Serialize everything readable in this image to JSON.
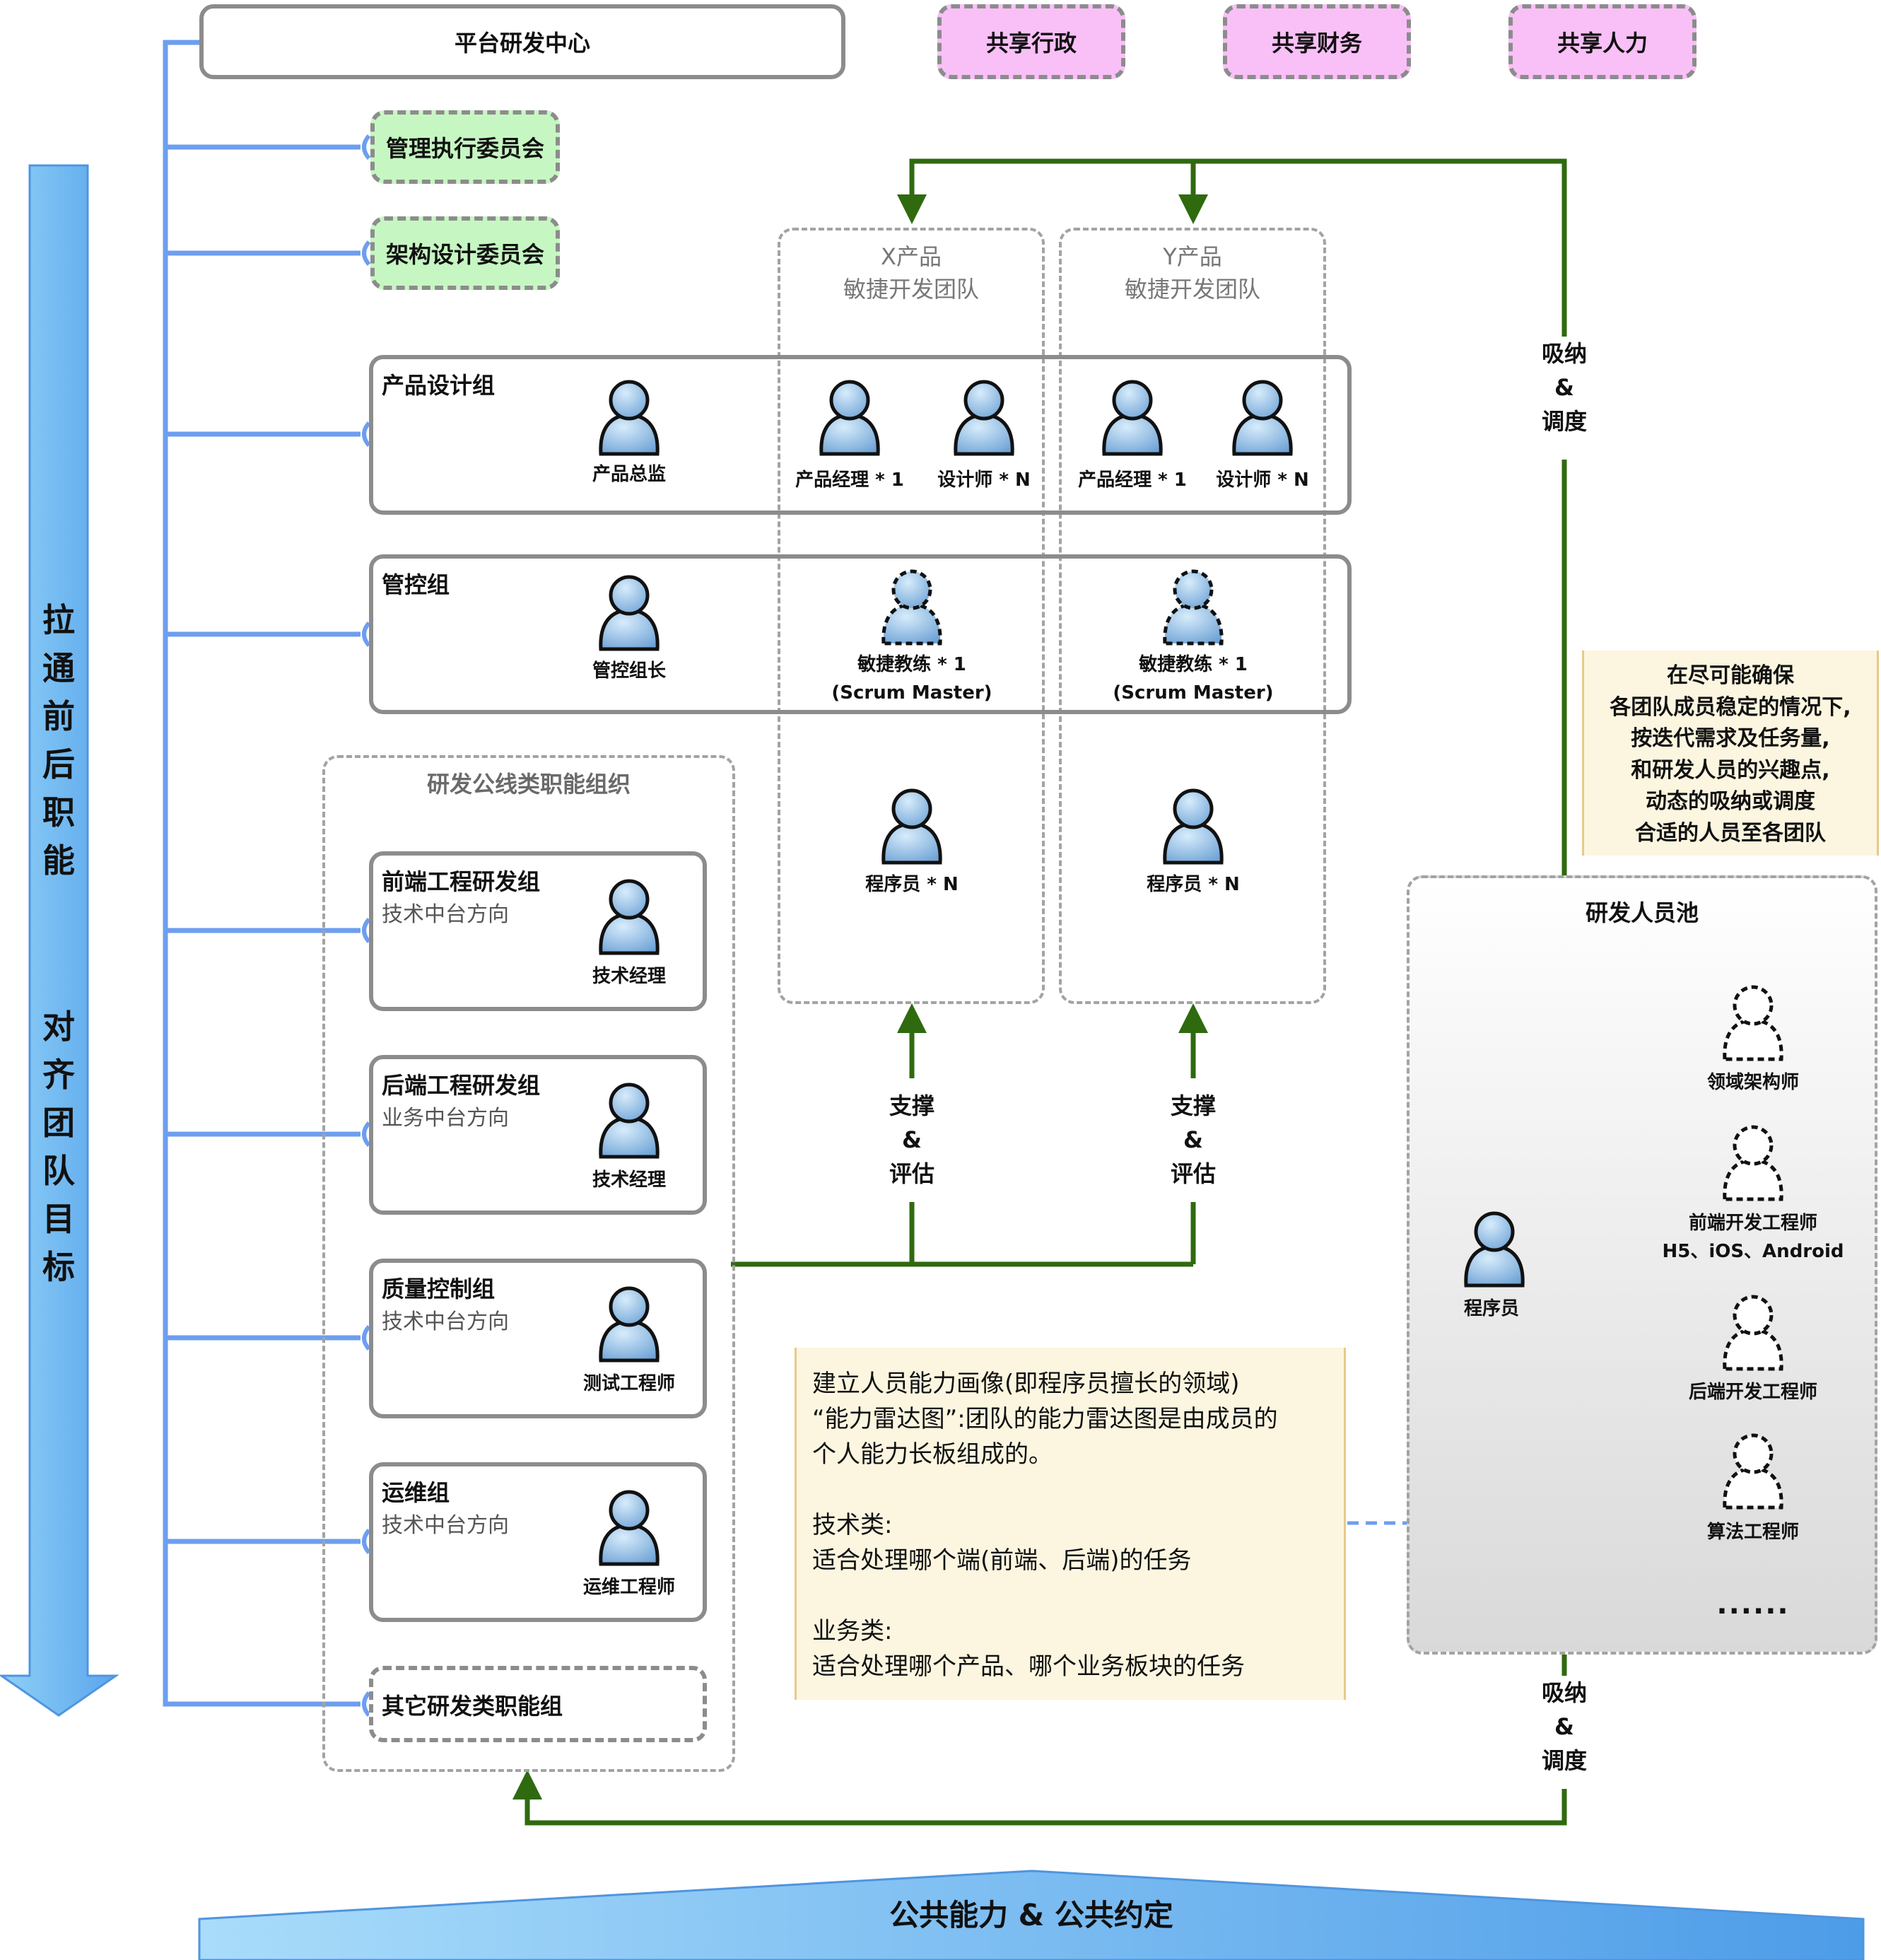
{
  "top": {
    "platform": "平台研发中心",
    "shared_admin": "共享行政",
    "shared_finance": "共享财务",
    "shared_hr": "共享人力"
  },
  "committees": {
    "exec": "管理执行委员会",
    "arch": "架构设计委员会"
  },
  "left_arrow": {
    "line1": [
      "拉",
      "通",
      "前",
      "后",
      "职",
      "能"
    ],
    "line2": [
      "对",
      "齐",
      "团",
      "队",
      "目",
      "标"
    ]
  },
  "teams": {
    "x": {
      "line1": "X产品",
      "line2": "敏捷开发团队"
    },
    "y": {
      "line1": "Y产品",
      "line2": "敏捷开发团队"
    }
  },
  "product_group": {
    "title": "产品设计组",
    "director": "产品总监",
    "x_pm": "产品经理 * 1",
    "x_designer": "设计师 * N",
    "y_pm": "产品经理 * 1",
    "y_designer": "设计师 * N"
  },
  "control_group": {
    "title": "管控组",
    "leader": "管控组长",
    "x_coach_1": "敏捷教练 * 1",
    "x_coach_2": "(Scrum Master)",
    "y_coach_1": "敏捷教练 * 1",
    "y_coach_2": "(Scrum Master)"
  },
  "programmers": {
    "x": "程序员 * N",
    "y": "程序员 * N"
  },
  "functional_org": {
    "title": "研发公线类职能组织",
    "frontend": {
      "title": "前端工程研发组",
      "sub": "技术中台方向",
      "role": "技术经理"
    },
    "backend": {
      "title": "后端工程研发组",
      "sub": "业务中台方向",
      "role": "技术经理"
    },
    "qa": {
      "title": "质量控制组",
      "sub": "技术中台方向",
      "role": "测试工程师"
    },
    "ops": {
      "title": "运维组",
      "sub": "技术中台方向",
      "role": "运维工程师"
    },
    "other": "其它研发类职能组"
  },
  "support": {
    "x": [
      "支撑",
      "&",
      "评估"
    ],
    "y": [
      "支撑",
      "&",
      "评估"
    ]
  },
  "absorb_top": [
    "吸纳",
    "&",
    "调度"
  ],
  "absorb_bottom": [
    "吸纳",
    "&",
    "调度"
  ],
  "note_right": [
    "在尽可能确保",
    "各团队成员稳定的情况下,",
    "按迭代需求及任务量,",
    "和研发人员的兴趣点,",
    "动态的吸纳或调度",
    "合适的人员至各团队"
  ],
  "pool": {
    "title": "研发人员池",
    "programmer": "程序员",
    "domain_architect": "领域架构师",
    "frontend_dev": "前端开发工程师",
    "frontend_platforms": "H5、iOS、Android",
    "backend_dev": "后端开发工程师",
    "algorithm": "算法工程师",
    "more": "......"
  },
  "note_bottom": {
    "l1": "建立人员能力画像(即程序员擅长的领域)",
    "l2": "“能力雷达图”:团队的能力雷达图是由成员的",
    "l3": "个人能力长板组成的。",
    "l4": "技术类:",
    "l5": "适合处理哪个端(前端、后端)的任务",
    "l6": "业务类:",
    "l7": "适合处理哪个产品、哪个业务板块的任务"
  },
  "bottom_banner": "公共能力 & 公共约定",
  "colors": {
    "blue_line": "#6d9ef0",
    "green_line": "#2f6a0f",
    "pink": "#f9c0f7",
    "light_green": "#c6f7c2",
    "note_bg": "#fcf6e0",
    "arrow_blue": "#6ab6ee"
  }
}
